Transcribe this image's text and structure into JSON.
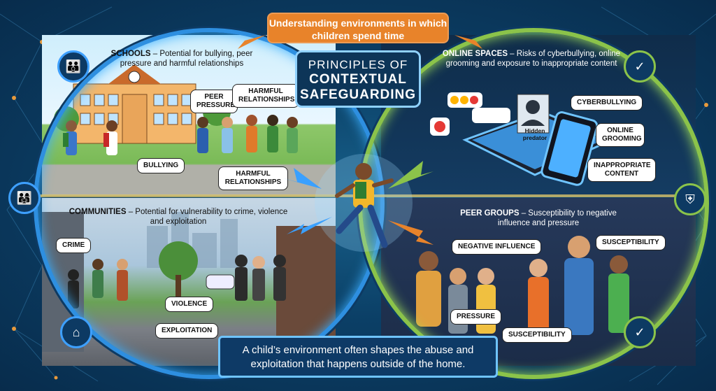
{
  "header": {
    "banner": "Understanding environments in which children spend time",
    "title_line1": "PRINCIPLES OF",
    "title_line2": "CONTEXTUAL",
    "title_line3": "SAFEGUARDING"
  },
  "schools": {
    "heading": "SCHOOLS",
    "desc": " – Potential for bullying, peer pressure and harmful relationships",
    "callouts": [
      "PEER PRESSURE",
      "HARMFUL RELATIONSHIPS",
      "BULLYING",
      "HARMFUL RELATIONSHIPS"
    ]
  },
  "communities": {
    "heading": "COMMUNITIES",
    "desc": " – Potential for vulnerability to crime, violence and exploitation",
    "callouts": [
      "CRIME",
      "VIOLENCE",
      "EXPLOITATION"
    ]
  },
  "online": {
    "heading": "ONLINE SPACES",
    "desc": " – Risks of cyberbullying, online grooming and exposure to inappropriate content",
    "callouts": [
      "CYBERBULLYING",
      "ONLINE GROOMING",
      "INAPPROPRIATE CONTENT"
    ],
    "predator_label": "Hidden predator"
  },
  "peer": {
    "heading": "PEER GROUPS",
    "desc": " – Susceptibility to negative influence and pressure",
    "callouts": [
      "NEGATIVE INFLUENCE",
      "SUSCEPTIBILITY",
      "PRESSURE",
      "SUSCEPTIBILITY"
    ]
  },
  "footer": {
    "line1": "A child’s environment often shapes the abuse and",
    "line2": "exploitation that happens outside of the home."
  },
  "icons": {
    "family": "family-icon",
    "family2": "family-walk-icon",
    "house": "house-icon",
    "shield1": "shield-check-icon",
    "shield2": "shield-icon",
    "shield3": "shield-check-icon"
  },
  "colors": {
    "banner_orange": "#e8832a",
    "ring_blue": "#2e8fe0",
    "ring_green": "#8bc34a",
    "navy": "#0d3558"
  }
}
